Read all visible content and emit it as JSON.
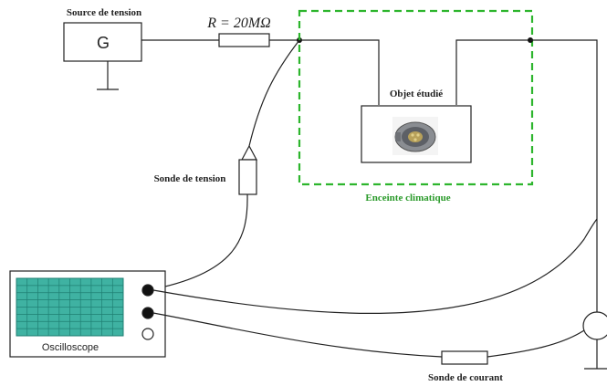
{
  "labels": {
    "source_title": "Source de tension",
    "generator_symbol": "G",
    "resistor_label": "R = 20MΩ",
    "object_title": "Objet étudié",
    "enclosure_title": "Enceinte climatique",
    "voltage_probe_label": "Sonde de tension",
    "oscilloscope_label": "Oscilloscope",
    "current_probe_label": "Sonde de courant"
  },
  "colors": {
    "wire": "#222222",
    "enclosure_border": "#2db52d",
    "enclosure_text": "#2a9a2a",
    "scope_screen": "#3fb2a2",
    "scope_grid": "#1f7f73"
  },
  "icons": {
    "ground": "ground-icon",
    "probe_tip": "probe-icon",
    "connector_photo": "connector-photo"
  }
}
